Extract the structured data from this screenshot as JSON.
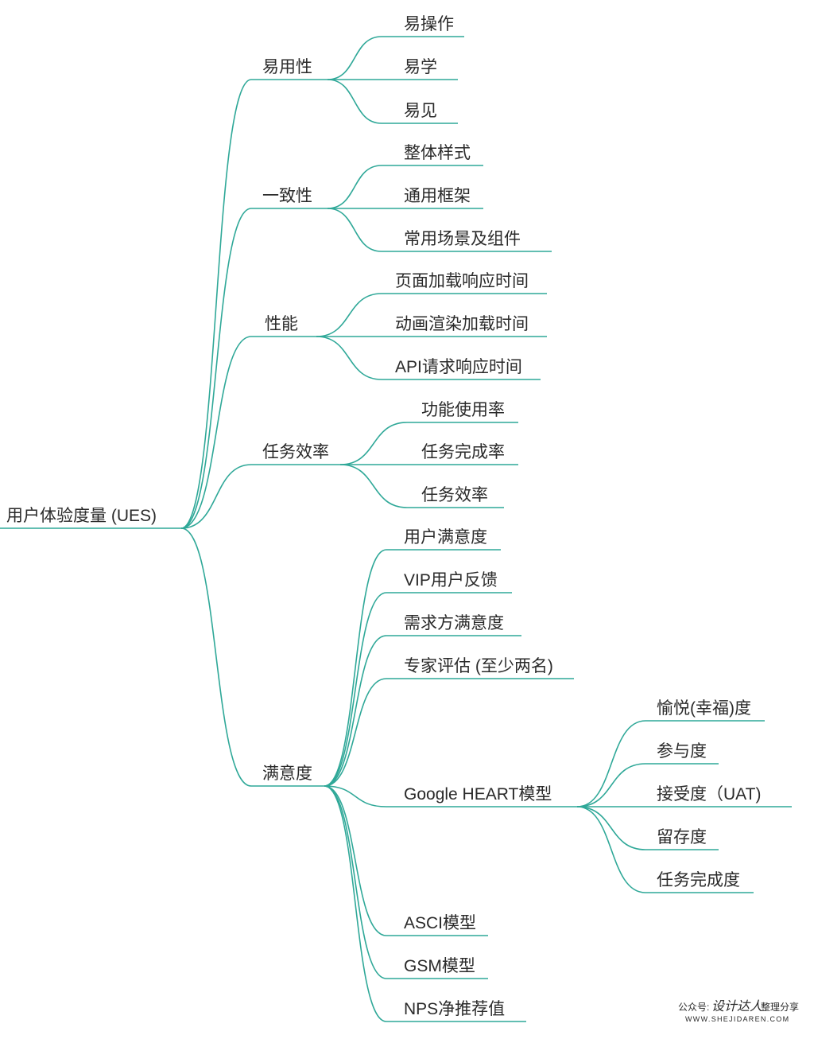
{
  "colors": {
    "line": "#2fa898",
    "text": "#2a2a2a"
  },
  "root": {
    "label": "用户体验度量 (UES)"
  },
  "branches": [
    {
      "label": "易用性",
      "children": [
        {
          "label": "易操作"
        },
        {
          "label": "易学"
        },
        {
          "label": "易见"
        }
      ]
    },
    {
      "label": "一致性",
      "children": [
        {
          "label": "整体样式"
        },
        {
          "label": "通用框架"
        },
        {
          "label": "常用场景及组件"
        }
      ]
    },
    {
      "label": "性能",
      "children": [
        {
          "label": "页面加载响应时间"
        },
        {
          "label": "动画渲染加载时间"
        },
        {
          "label": "API请求响应时间"
        }
      ]
    },
    {
      "label": "任务效率",
      "children": [
        {
          "label": "功能使用率"
        },
        {
          "label": "任务完成率"
        },
        {
          "label": "任务效率"
        }
      ]
    },
    {
      "label": "满意度",
      "children": [
        {
          "label": "用户满意度"
        },
        {
          "label": "VIP用户反馈"
        },
        {
          "label": "需求方满意度"
        },
        {
          "label": "专家评估 (至少两名)"
        },
        {
          "label": "Google HEART模型",
          "children": [
            {
              "label": "愉悦(幸福)度"
            },
            {
              "label": "参与度"
            },
            {
              "label": "接受度（UAT)"
            },
            {
              "label": "留存度"
            },
            {
              "label": "任务完成度"
            }
          ]
        },
        {
          "label": "ASCI模型"
        },
        {
          "label": "GSM模型"
        },
        {
          "label": "NPS净推荐值"
        }
      ]
    }
  ],
  "watermark": {
    "prefix": "公众号:",
    "name": "设计达人",
    "suffix": "整理分享",
    "site": "WWW.SHEJIDAREN.COM"
  }
}
